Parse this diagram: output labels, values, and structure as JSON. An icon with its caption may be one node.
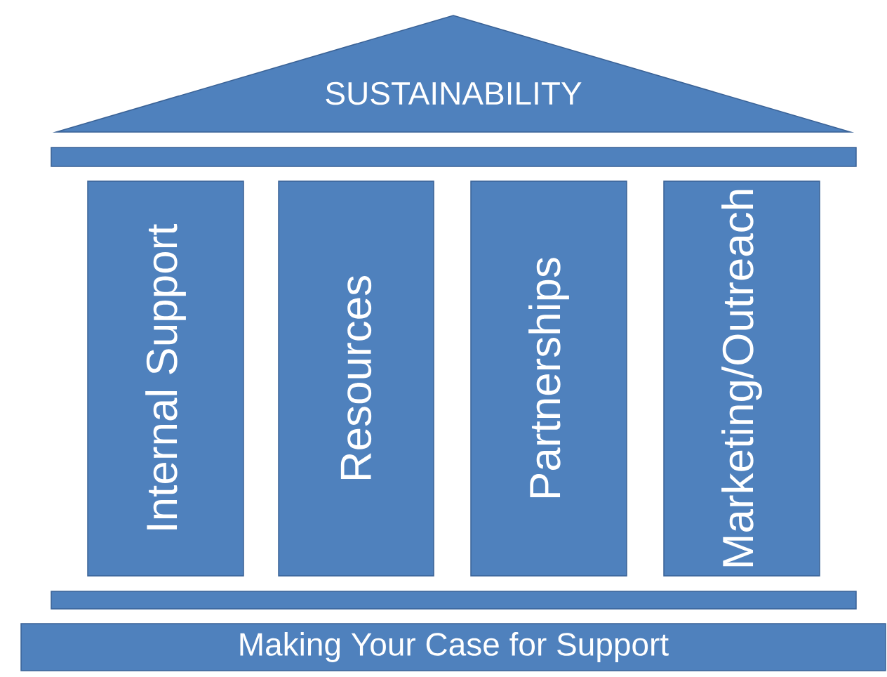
{
  "diagram": {
    "nodes": [
      {
        "text": [
          "SUSTAINABILITY"
        ]
      },
      {
        "text": [],
        "shape": "bar"
      },
      {
        "text": [
          "Internal Support"
        ]
      },
      {
        "text": [
          "Resources"
        ]
      },
      {
        "text": [
          "Partnerships"
        ]
      },
      {
        "text": [
          "Marketing/Outreach"
        ]
      },
      {
        "text": [],
        "shape": "bar"
      },
      {
        "text": [
          "Making Your Case for Support"
        ]
      }
    ]
  }
}
